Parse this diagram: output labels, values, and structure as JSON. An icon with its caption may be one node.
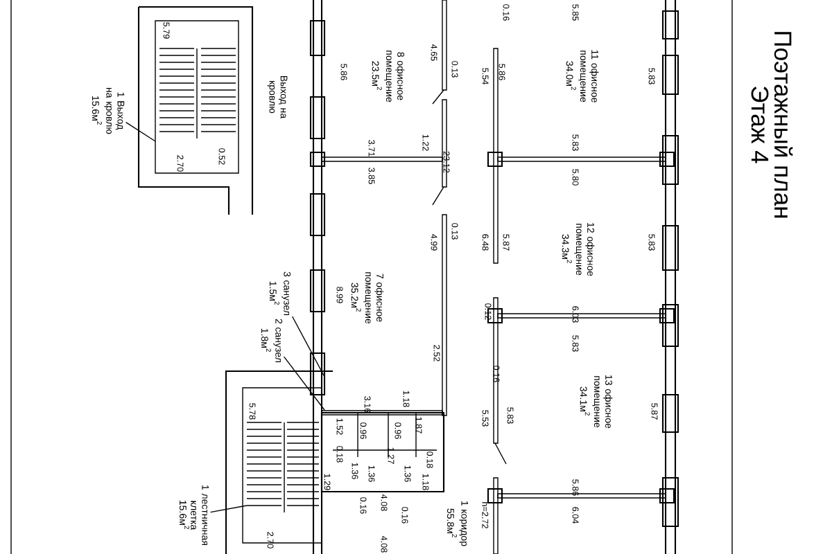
{
  "diagram": {
    "title": "Поэтажный план",
    "nodes": [
      {
        "text": [
          "1 Выход на кровлю 15.6м$^{2}$"
        ]
      },
      {
        "text": [
          "1 лестничная клетка 15.6м$^{2}$"
        ]
      },
      {
        "text": [
          "3 санузел 1.5м$^{2}$"
        ]
      },
      {
        "text": [
          "2 санузел 1.8м$^{2}$"
        ]
      }
    ],
    "edges": [
      {
        "from": 0,
        "to": null,
        "arrow": "none"
      },
      {
        "from": 1,
        "to": null,
        "arrow": "none"
      },
      {
        "from": 2,
        "to": null,
        "arrow": "none"
      },
      {
        "from": 3,
        "to": null,
        "arrow": "none"
      }
    ],
    "labels": [
      "Этаж 4",
      "Выход на кровлю",
      "8 офисное помещение 23.5м$^{2}$",
      "11 офисное помещение 34.0м$^{2}$",
      "12 офисное помещение 34.3м$^{2}$",
      "7 офисное помещение 35.2м$^{2}$",
      "13 офисное помещение 34.1м$^{2}$",
      "1 коридор 55.8м$^{2}$",
      "5.79",
      "2.70",
      "0.52",
      "5.78",
      "2.70",
      "5.86",
      "4.65",
      "0.13",
      "5.54",
      "5.86",
      "0.16",
      "5.85",
      "5.83",
      "3.71",
      "3.85",
      "1.22",
      "23.12",
      "5.83",
      "5.80",
      "0.13",
      "4.99",
      "6.48",
      "5.87",
      "5.83",
      "8.99",
      "2.52",
      "3.16",
      "1.18",
      "0.12",
      "6.03",
      "5.83",
      "0.16",
      "5.53",
      "5.83",
      "5.87",
      "5.86",
      "6.04",
      "h=2.72",
      "1.52",
      "0.96",
      "0.96",
      "1.87",
      "0.18",
      "1.36",
      "1.36",
      "1.27",
      "1.36",
      "0.18",
      "1.29",
      "1.18",
      "0.16",
      "4.08",
      "0.16",
      "4.08"
    ]
  }
}
